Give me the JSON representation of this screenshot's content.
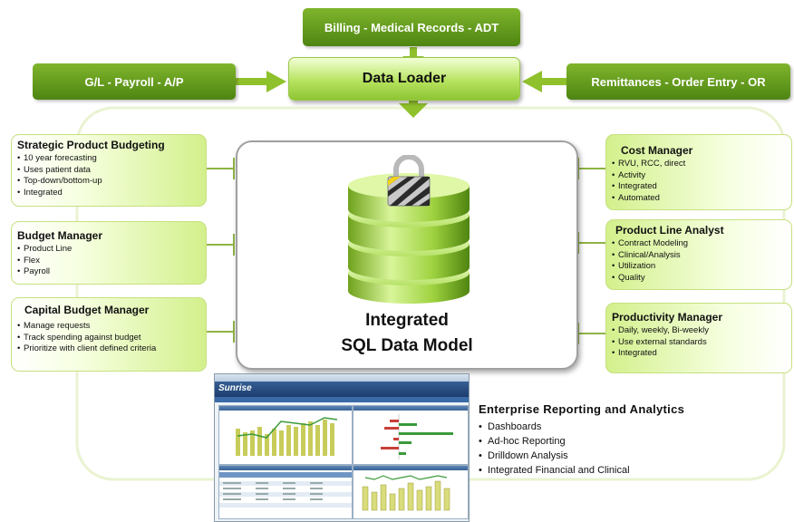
{
  "sources": {
    "top": "Billing - Medical Records - ADT",
    "left": "G/L - Payroll - A/P",
    "right": "Remittances - Order Entry - OR"
  },
  "loader": "Data Loader",
  "left_modules": [
    {
      "title": "Strategic Product Budgeting",
      "items": [
        "10 year forecasting",
        "Uses patient data",
        "Top-down/bottom-up",
        "Integrated"
      ]
    },
    {
      "title": "Budget Manager",
      "items": [
        "Product Line",
        "Flex",
        "Payroll"
      ]
    },
    {
      "title": "Capital Budget Manager",
      "items": [
        "Manage requests",
        "Track spending against budget",
        "Prioritize with client defined criteria"
      ]
    }
  ],
  "right_modules": [
    {
      "title": "Cost Manager",
      "items": [
        "RVU, RCC, direct",
        "Activity",
        "Integrated",
        "Automated"
      ]
    },
    {
      "title": "Product Line Analyst",
      "items": [
        "Contract Modeling",
        "Clinical/Analysis",
        "Utilization",
        "Quality"
      ]
    },
    {
      "title": "Productivity Manager",
      "items": [
        "Daily, weekly, Bi-weekly",
        "Use external standards",
        "Integrated"
      ]
    }
  ],
  "center": {
    "line1": "Integrated",
    "line2": "SQL Data Model",
    "icon": "lock-icon"
  },
  "reporting": {
    "title": "Enterprise Reporting and Analytics",
    "items": [
      "Dashboards",
      "Ad-hoc Reporting",
      "Drilldown Analysis",
      "Integrated Financial and Clinical"
    ]
  },
  "screenshot": {
    "logo": "Sunrise"
  },
  "colors": {
    "source_green": "#5e961a",
    "loader_green": "#b7e35f",
    "module_green": "#d3f08c"
  }
}
